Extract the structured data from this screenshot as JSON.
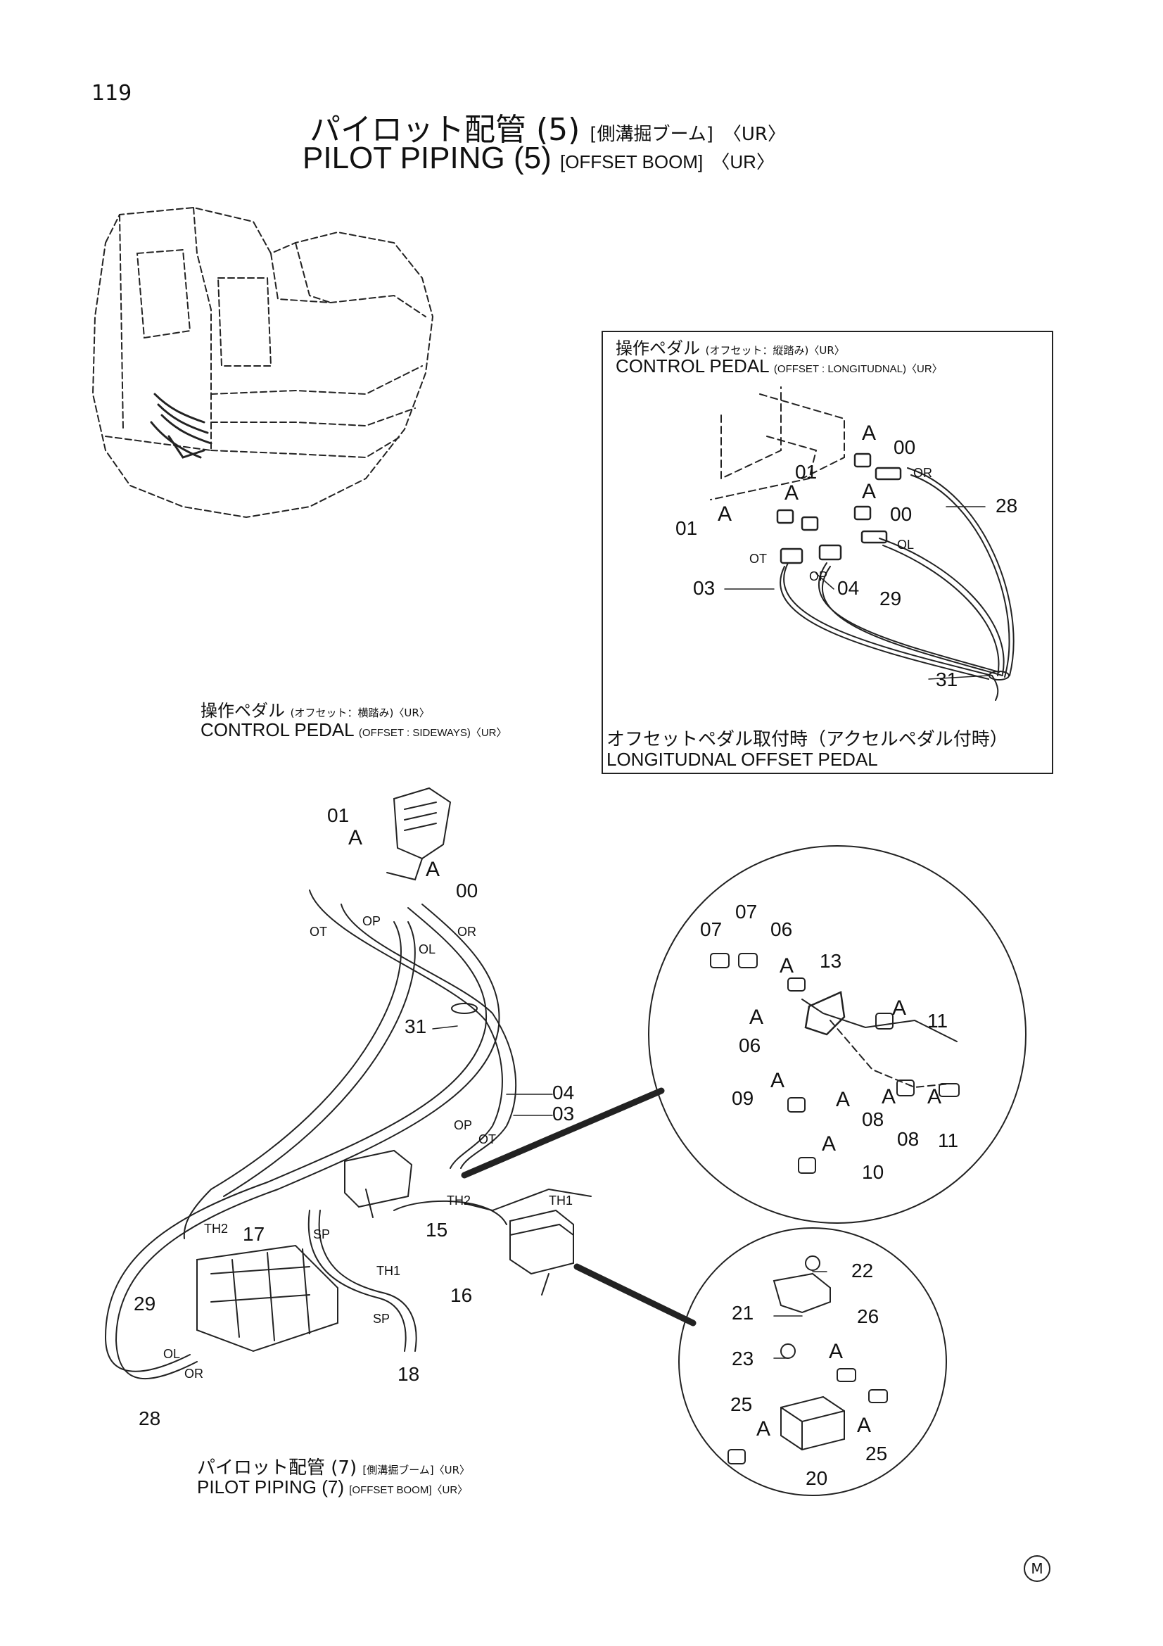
{
  "page_number": "119",
  "title": {
    "jp_main": "パイロット配管",
    "jp_num": "(5)",
    "jp_sub": "[側溝掘ブーム]",
    "jp_ur": "〈UR〉",
    "en_main": "PILOT PIPING",
    "en_num": "(5)",
    "en_sub": "[OFFSET BOOM]",
    "en_ur": "〈UR〉"
  },
  "inset_longitudinal": {
    "jp_label": "操作ペダル",
    "jp_small": "(オフセット：縦踏み)〈UR〉",
    "en_label": "CONTROL PEDAL",
    "en_small": "(OFFSET : LONGITUDNAL)〈UR〉",
    "jp_caption": "オフセットペダル取付時（アクセルペダル付時）",
    "en_caption": "LONGITUDNAL OFFSET PEDAL"
  },
  "sideways_label": {
    "jp_label": "操作ペダル",
    "jp_small": "(オフセット：横踏み)〈UR〉",
    "en_label": "CONTROL PEDAL",
    "en_small": "(OFFSET : SIDEWAYS)〈UR〉"
  },
  "bottom_label": {
    "jp_label": "パイロット配管 (7)",
    "jp_small": "[側溝掘ブーム]〈UR〉",
    "en_label": "PILOT PIPING (7)",
    "en_small": "[OFFSET BOOM]〈UR〉"
  },
  "logo": "M",
  "part_numbers": {
    "p00": "00",
    "p01": "01",
    "p03": "03",
    "p04": "04",
    "p06": "06",
    "p07": "07",
    "p08": "08",
    "p09": "09",
    "p10": "10",
    "p11": "11",
    "p13": "13",
    "p15": "15",
    "p16": "16",
    "p17": "17",
    "p18": "18",
    "p20": "20",
    "p21": "21",
    "p22": "22",
    "p23": "23",
    "p25": "25",
    "p26": "26",
    "p28": "28",
    "p29": "29",
    "p31": "31"
  },
  "port_labels": {
    "ot": "OT",
    "op": "OP",
    "or": "OR",
    "ol": "OL",
    "th1": "TH1",
    "th2": "TH2",
    "sp": "SP",
    "a": "A"
  }
}
